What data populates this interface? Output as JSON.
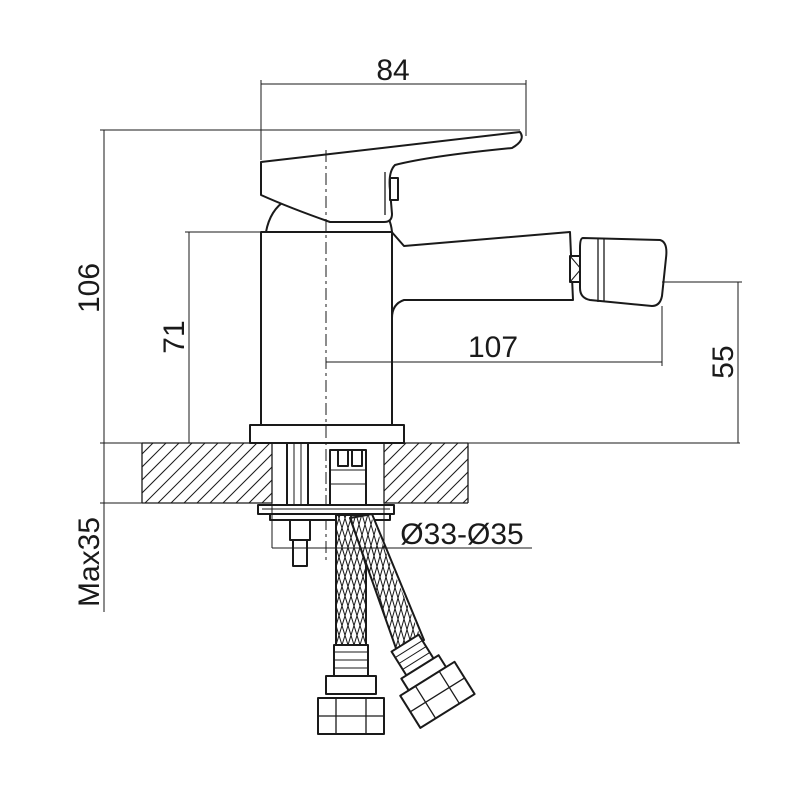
{
  "dimensions": {
    "total_width": "84",
    "total_height": "106",
    "body_height": "71",
    "spout_reach": "107",
    "spout_height": "55",
    "max_thickness": "Max35",
    "hole_diameter": "Ø33-Ø35"
  }
}
